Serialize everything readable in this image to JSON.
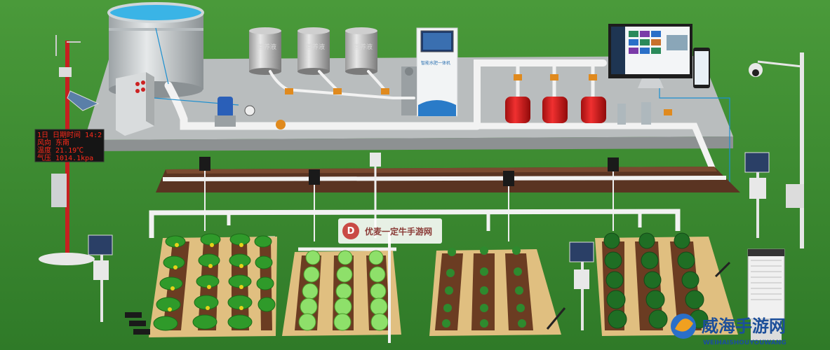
{
  "tank_label": "营养液",
  "controller_label": "智能水肥一体机",
  "weather_display": {
    "lines": [
      "1日  日期时间  14:2",
      "风向  东南",
      "温度    21.19℃",
      "气压  1014.1kpa"
    ]
  },
  "badge_text": "优麦一定牛手游网",
  "watermark": {
    "title": "威海手游网",
    "subtitle": "WEIHAISHOUYOUWANG"
  },
  "colors": {
    "grass": "#3f8f33",
    "platform": "#b9bdbe",
    "pipe": "#f2f2f2",
    "valve": "#e08a1e",
    "filter": "#d42020"
  }
}
